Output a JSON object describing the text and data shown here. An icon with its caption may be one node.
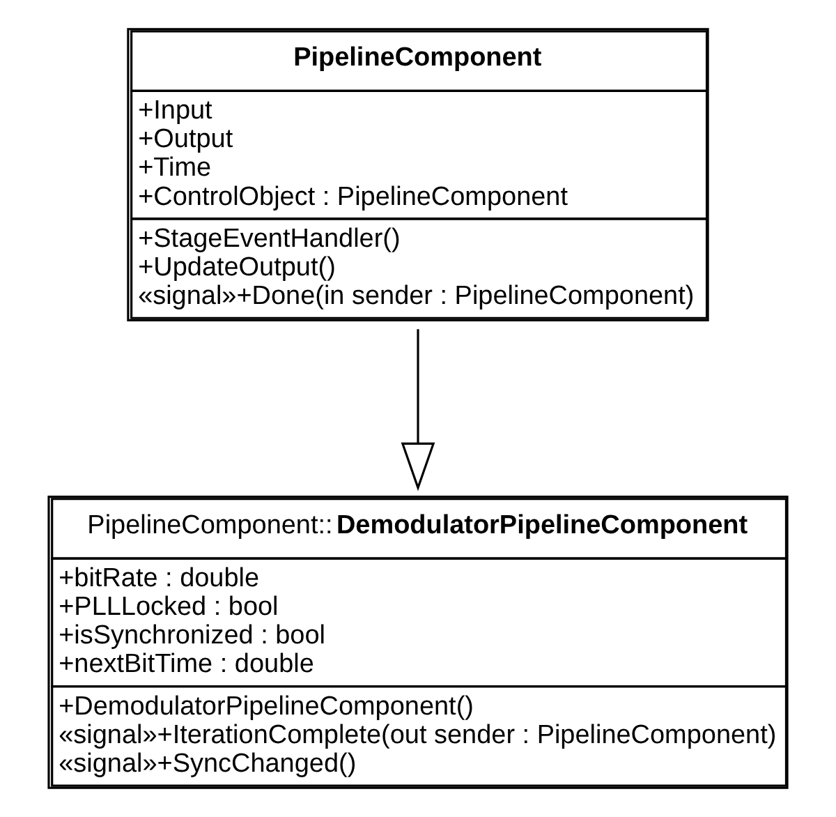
{
  "diagram": {
    "nodes": [
      {
        "text": [
          "PipelineComponent",
          "+Input",
          "+Output",
          "+Time",
          "+ControlObject : PipelineComponent",
          "+StageEventHandler()",
          "+UpdateOutput()",
          "«signal»+Done(in sender : PipelineComponent)"
        ]
      },
      {
        "text": [
          "PipelineComponent::**DemodulatorPipelineComponent**",
          "+bitRate : double",
          "+PLLLocked : bool",
          "+isSynchronized : bool",
          "+nextBitTime : double",
          "+DemodulatorPipelineComponent()",
          "«signal»+IterationComplete(out sender : PipelineComponent)",
          "«signal»+SyncChanged()"
        ]
      }
    ],
    "edges": [
      {
        "from": 0,
        "to": 1,
        "arrow": "to"
      }
    ]
  }
}
